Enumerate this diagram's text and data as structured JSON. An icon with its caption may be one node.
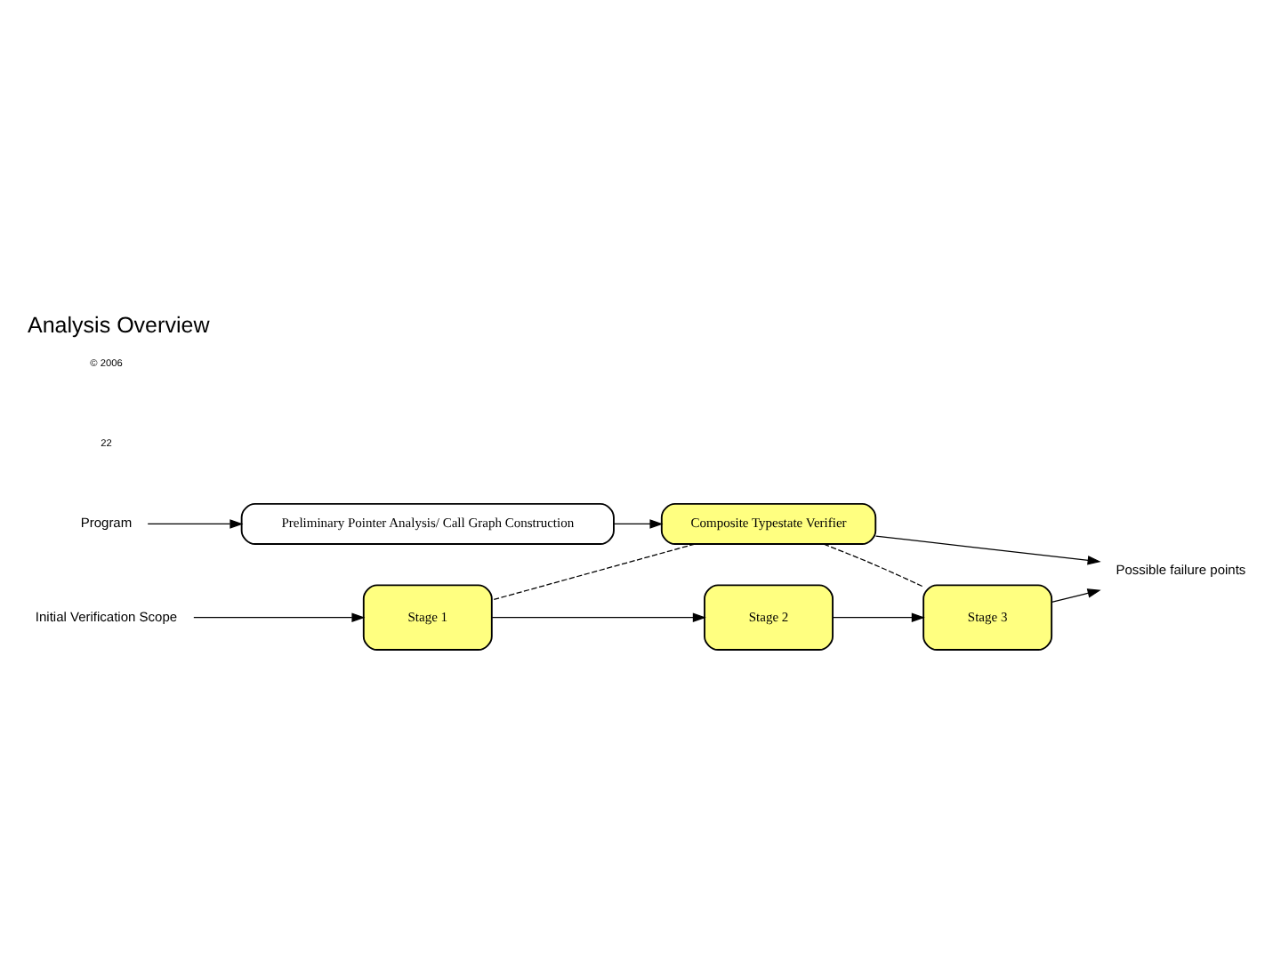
{
  "diagram": {
    "title": "Analysis Overview",
    "nodes": [
      {
        "text": [
          "Program"
        ]
      },
      {
        "text": [
          "Preliminary Pointer Analysis/ Call Graph Construction"
        ]
      },
      {
        "text": [
          "Composite Typestate Verifier"
        ]
      },
      {
        "text": [
          "Possible failure points"
        ]
      },
      {
        "text": [
          "Initial Verification Scope"
        ]
      },
      {
        "text": [
          "Stage 1"
        ]
      },
      {
        "text": [
          "Stage 2"
        ]
      },
      {
        "text": [
          "Stage 3"
        ]
      }
    ],
    "edges": [
      {
        "from": 0,
        "to": 1,
        "arrow": "to"
      },
      {
        "from": 1,
        "to": 2,
        "arrow": "to"
      },
      {
        "from": 2,
        "to": 3,
        "arrow": "to"
      },
      {
        "from": 4,
        "to": 5,
        "arrow": "to"
      },
      {
        "from": 5,
        "to": 6,
        "arrow": "to"
      },
      {
        "from": 6,
        "to": 7,
        "arrow": "to"
      },
      {
        "from": 7,
        "to": 3,
        "arrow": "to"
      },
      {
        "from": 2,
        "to": 5,
        "arrow": "none",
        "style": "dashed"
      },
      {
        "from": 2,
        "to": 7,
        "arrow": "none",
        "style": "dashed"
      }
    ],
    "labels": [
      "22",
      "© 2006"
    ]
  }
}
